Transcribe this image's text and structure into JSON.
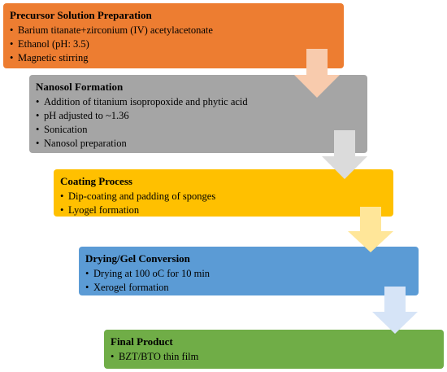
{
  "steps": [
    {
      "title": "Precursor Solution Preparation",
      "items": [
        "Barium titanate+zirconium (IV) acetylacetonate",
        "Ethanol (pH: 3.5)",
        "Magnetic stirring"
      ],
      "color": "#ED7D31"
    },
    {
      "title": "Nanosol Formation",
      "items": [
        "Addition of titanium isopropoxide and phytic acid",
        "pH adjusted to ~1.36",
        "Sonication",
        "Nanosol preparation"
      ],
      "color": "#A5A5A5"
    },
    {
      "title": "Coating Process",
      "items": [
        "Dip-coating and padding of sponges",
        "Lyogel formation"
      ],
      "color": "#FFC000"
    },
    {
      "title": "Drying/Gel Conversion",
      "items": [
        "Drying at 100 oC for 10 min",
        "Xerogel formation"
      ],
      "color": "#5B9BD5"
    },
    {
      "title": "Final Product",
      "items": [
        "BZT/BTO thin film"
      ],
      "color": "#70AD47"
    }
  ],
  "arrows": [
    {
      "color": "#F8CBAD"
    },
    {
      "color": "#DBDBDB"
    },
    {
      "color": "#FFE699"
    },
    {
      "color": "#D6E4F7"
    }
  ]
}
